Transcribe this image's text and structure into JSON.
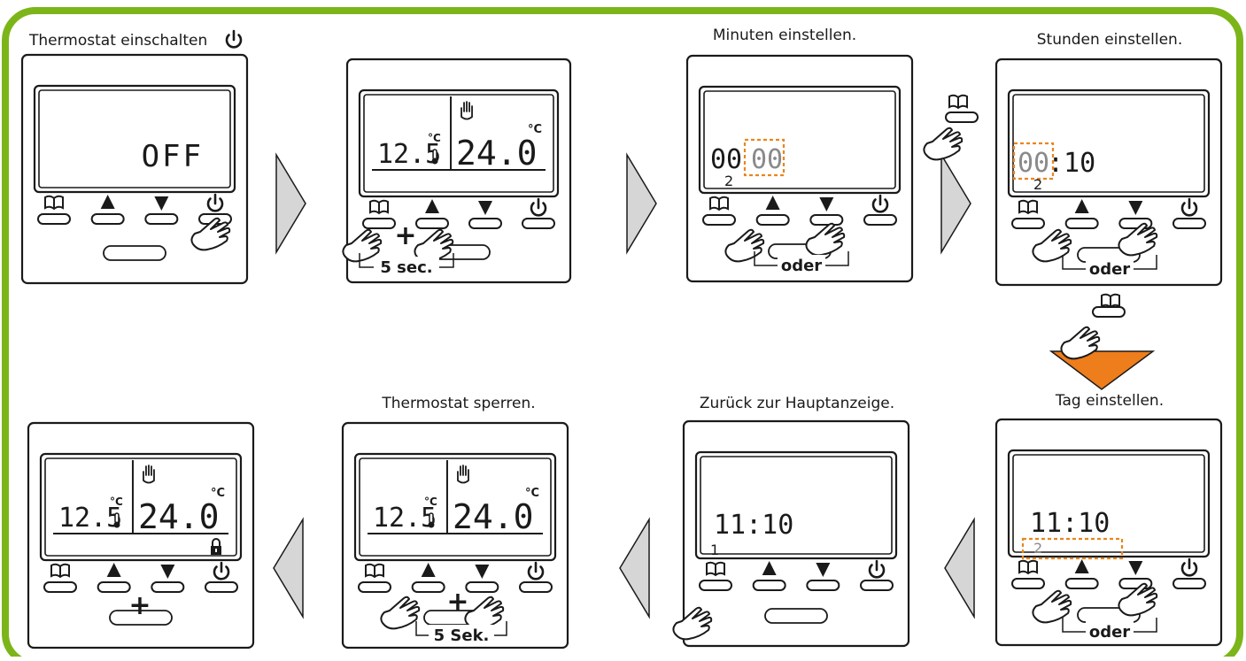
{
  "captions": {
    "step1": "Thermostat einschalten",
    "step3": "Minuten einstellen.",
    "step4": "Stunden einstellen.",
    "step5": "Tag einstellen.",
    "step6": "Zurück zur Hauptanzeige.",
    "step7": "Thermostat sperren."
  },
  "displays": {
    "off_text": "OFF",
    "room_temp": "12.5",
    "set_temp": "24.0",
    "celsius": "°C",
    "minutes_time_left": "00",
    "minutes_time_right": "00",
    "hours_time_left": "00",
    "hours_time_right": "10",
    "clock_time": "11:10",
    "day_number_2": "2",
    "day_number_1": "1"
  },
  "annotations": {
    "hold_5_sec": "5 sec.",
    "hold_5_sek": "5 Sek.",
    "or_label": "oder",
    "plus": "+"
  },
  "colors": {
    "frame_green": "#7cb518",
    "highlight_orange": "#e8861f",
    "arrow_gray": "#d6d6d6",
    "arrow_orange": "#ee7d1b",
    "line": "#1a1a1a",
    "lcd_digit": "#1a1a1a",
    "lcd_dim_digit": "#8a8a8a"
  },
  "icons": [
    "power-icon",
    "book-icon",
    "up-triangle-icon",
    "down-triangle-icon",
    "hand-icon",
    "lock-icon",
    "thermometer-icon",
    "finger-pointer-icon"
  ]
}
